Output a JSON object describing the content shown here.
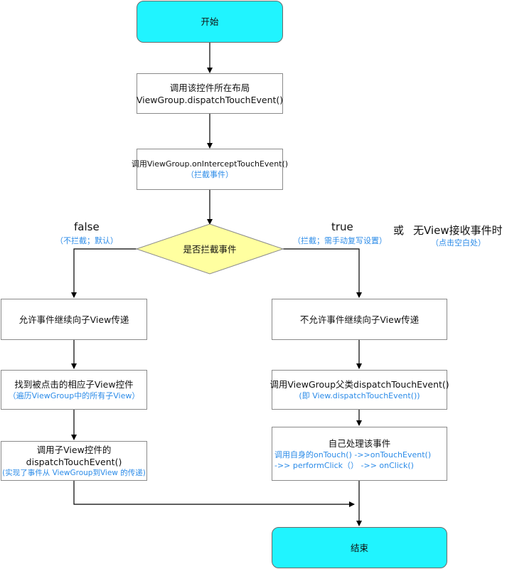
{
  "nodes": {
    "start": "开始",
    "step1": {
      "line1": "调用该控件所在布局",
      "line2": "ViewGroup.dispatchTouchEvent()"
    },
    "step2": {
      "line1": "调用ViewGroup.onInterceptTouchEvent()",
      "line2": "（拦截事件）"
    },
    "decision": "是否拦截事件",
    "left1": "允许事件继续向子View传递",
    "left2": {
      "line1": "找到被点击的相应子View控件",
      "line2": "（遍历ViewGroup中的所有子View）"
    },
    "left3": {
      "line1": "调用子View控件的",
      "line2": "dispatchTouchEvent()",
      "line3": "(实现了事件从 ViewGroup到View 的传递)"
    },
    "right1": "不允许事件继续向子View传递",
    "right2": {
      "line1": "调用ViewGroup父类dispatchTouchEvent()",
      "line2": "(即 View.dispatchTouchEvent())"
    },
    "right3": {
      "line1": "自己处理该事件",
      "line2": "调用自身的onTouch() ->>onTouchEvent()",
      "line3": "->> performClick（） ->> onClick()"
    },
    "end": "结束"
  },
  "labels": {
    "false_text": "false",
    "false_note": "（不拦截；默认）",
    "true_text": "true",
    "true_note": "（拦截；需手动复写设置）",
    "or_text": "或",
    "noview_text": "无View接收事件时",
    "noview_note": "（点击空白处）"
  },
  "colors": {
    "terminal_fill": "#20f4ff",
    "decision_fill": "#ffffa0",
    "note_text": "#2b8be8"
  }
}
